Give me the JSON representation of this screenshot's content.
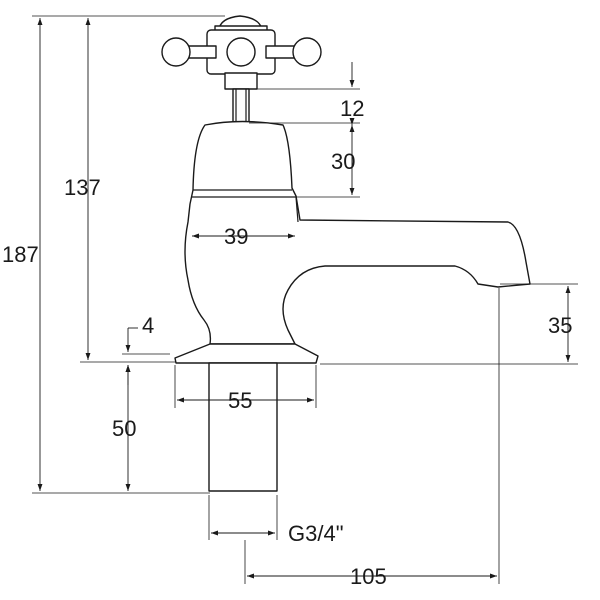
{
  "dimensions": {
    "overall_height": "187",
    "body_height": "137",
    "stem_height": "12",
    "collar_height": "30",
    "body_width": "39",
    "base_thickness": "4",
    "shank_length": "50",
    "base_width": "55",
    "spout_clearance": "35",
    "thread_size": "G3/4\"",
    "projection": "105"
  },
  "colors": {
    "line": "#1a1a1a",
    "background": "#ffffff"
  }
}
